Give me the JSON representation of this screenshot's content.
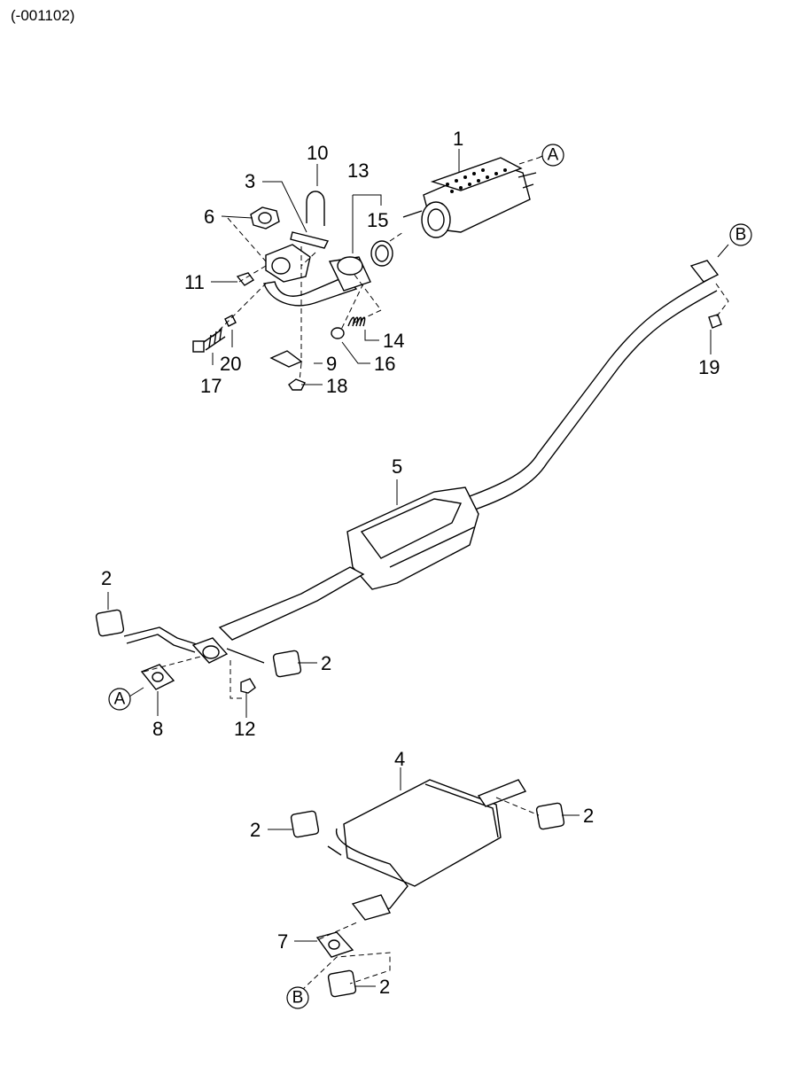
{
  "header": {
    "code": "(-001102)"
  },
  "refs": {
    "a": "A",
    "b": "B"
  },
  "callouts": {
    "p1": "1",
    "p2": "2",
    "p3": "3",
    "p4": "4",
    "p5": "5",
    "p6": "6",
    "p7": "7",
    "p8": "8",
    "p9": "9",
    "p10": "10",
    "p11": "11",
    "p12": "12",
    "p13": "13",
    "p14": "14",
    "p15": "15",
    "p16": "16",
    "p17": "17",
    "p18": "18",
    "p19": "19",
    "p20": "20"
  }
}
